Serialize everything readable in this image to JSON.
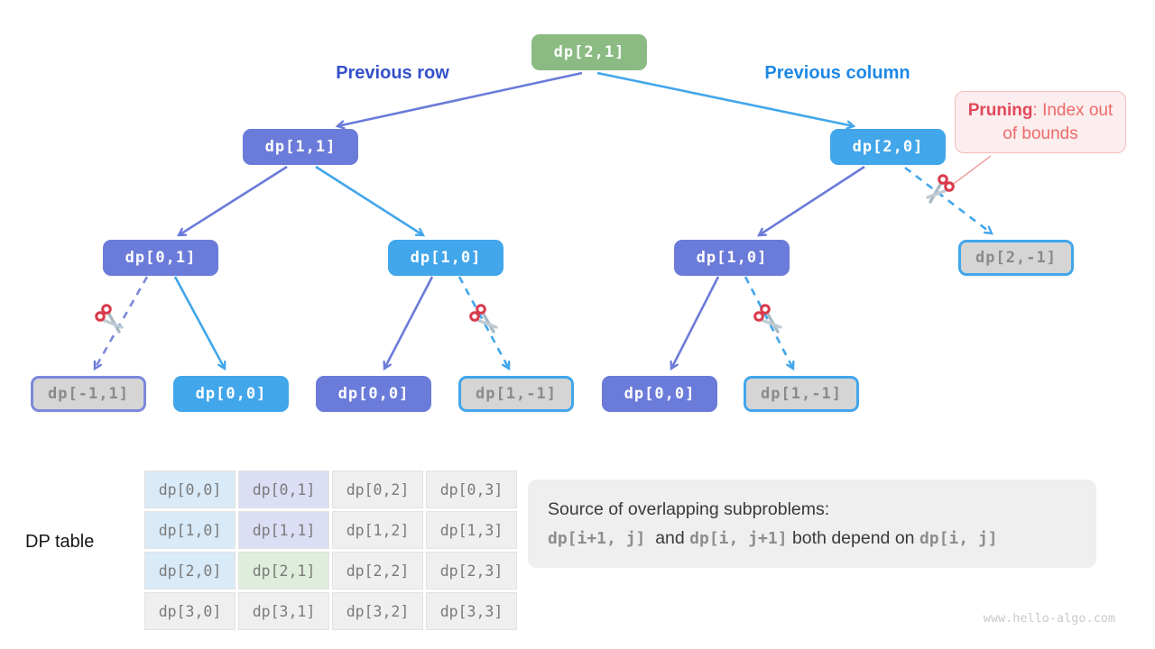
{
  "palette": {
    "node_green": "#8BBB82",
    "node_purple": "#6B7BD9",
    "node_blue": "#42A6EB",
    "node_pruned_fill": "#D5D5D5",
    "label_previous_row": "#3450C9",
    "label_previous_column": "#1E88E5",
    "callout_bg": "#FCEDEE",
    "callout_title": "#E2485A",
    "table_cell_blue": "#D9EAF8",
    "table_cell_lavender": "#DCDEF5",
    "table_cell_green": "#DFEEDC",
    "table_cell_gray": "#EFEFEF"
  },
  "tree": {
    "labels": {
      "previous_row": "Previous row",
      "previous_column": "Previous column"
    },
    "nodes": [
      {
        "id": "root",
        "label": "dp[2,1]",
        "variant": "green"
      },
      {
        "id": "n-1-1",
        "label": "dp[1,1]",
        "variant": "purple"
      },
      {
        "id": "n-2-0",
        "label": "dp[2,0]",
        "variant": "blue"
      },
      {
        "id": "n-0-1",
        "label": "dp[0,1]",
        "variant": "purple"
      },
      {
        "id": "n-1-0-left",
        "label": "dp[1,0]",
        "variant": "blue"
      },
      {
        "id": "n-1-0-right",
        "label": "dp[1,0]",
        "variant": "purple"
      },
      {
        "id": "n-2-neg1",
        "label": "dp[2,-1]",
        "variant": "pruned-blue"
      },
      {
        "id": "n-neg1-1",
        "label": "dp[-1,1]",
        "variant": "pruned-purple"
      },
      {
        "id": "n-0-0-a",
        "label": "dp[0,0]",
        "variant": "blue"
      },
      {
        "id": "n-0-0-b",
        "label": "dp[0,0]",
        "variant": "purple"
      },
      {
        "id": "n-1-neg1-a",
        "label": "dp[1,-1]",
        "variant": "pruned-blue"
      },
      {
        "id": "n-0-0-c",
        "label": "dp[0,0]",
        "variant": "purple"
      },
      {
        "id": "n-1-neg1-b",
        "label": "dp[1,-1]",
        "variant": "pruned-blue"
      }
    ],
    "pruning_callout": {
      "title": "Pruning",
      "rest": ": Index out of bounds"
    }
  },
  "dp_table": {
    "label": "DP table",
    "rows": [
      [
        "dp[0,0]",
        "dp[0,1]",
        "dp[0,2]",
        "dp[0,3]"
      ],
      [
        "dp[1,0]",
        "dp[1,1]",
        "dp[1,2]",
        "dp[1,3]"
      ],
      [
        "dp[2,0]",
        "dp[2,1]",
        "dp[2,2]",
        "dp[2,3]"
      ],
      [
        "dp[3,0]",
        "dp[3,1]",
        "dp[3,2]",
        "dp[3,3]"
      ]
    ]
  },
  "note": {
    "line1": "Source of overlapping subproblems:",
    "code1": "dp[i+1, j]",
    "sep1": "  and ",
    "code2": "dp[i, j+1]",
    "sep2": " both depend on ",
    "code3": "dp[i, j]"
  },
  "watermark": "www.hello-algo.com"
}
